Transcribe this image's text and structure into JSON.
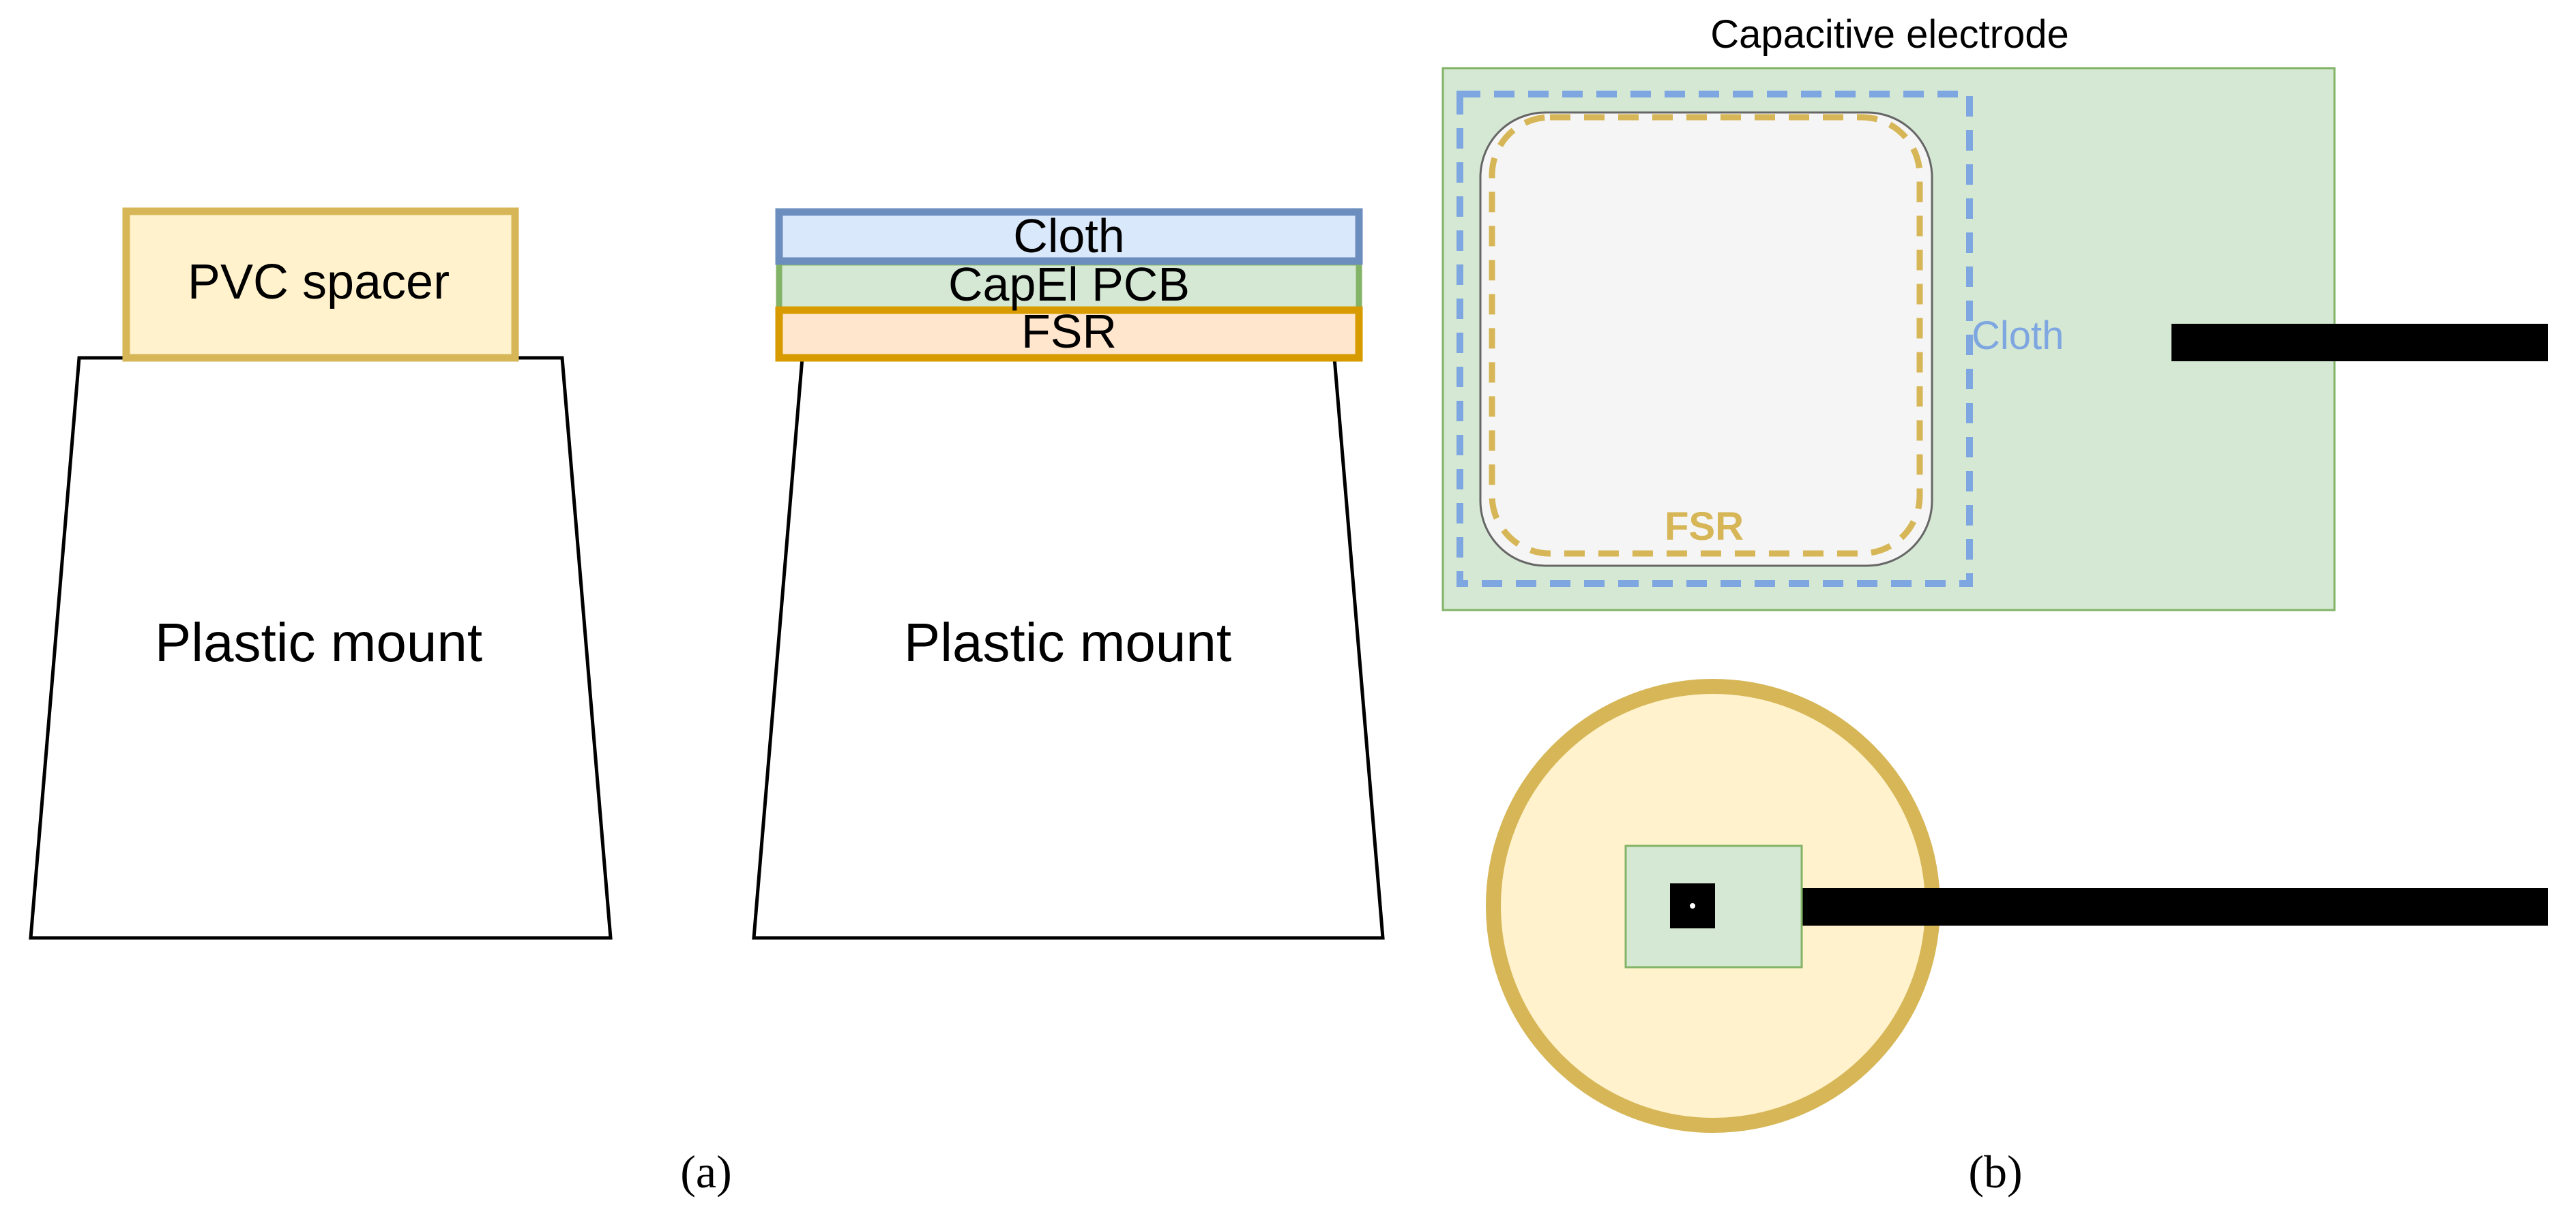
{
  "panel_a": {
    "left_assembly": {
      "spacer_label": "PVC spacer",
      "mount_label": "Plastic mount"
    },
    "right_assembly": {
      "layers": [
        {
          "label": "Cloth"
        },
        {
          "label": "CapEl PCB"
        },
        {
          "label": "FSR"
        }
      ],
      "mount_label": "Plastic mount"
    },
    "caption": "(a)"
  },
  "panel_b": {
    "electrode_title": "Capacitive electrode",
    "cloth_label": "Cloth",
    "fsr_label": "FSR",
    "caption": "(b)"
  },
  "colors": {
    "outline": "#000000",
    "spacer_fill": "#fff2cc",
    "spacer_stroke": "#d6b656",
    "cloth_fill": "#dae8fc",
    "cloth_stroke": "#6c8ebf",
    "pcb_fill": "#d5e8d4",
    "pcb_stroke": "#82b366",
    "fsr_fill": "#ffe6cc",
    "fsr_stroke": "#d79b00",
    "electrode_fill": "#d5e8d4",
    "electrode_stroke": "#82b366",
    "pad_fill": "#f5f5f5",
    "pad_stroke": "#666666",
    "cloth_dash": "#7ea6e0",
    "fsr_dash": "#d6b656",
    "cloth_text": "#7ea6e0",
    "fsr_text": "#d6b656",
    "wire": "#000000"
  }
}
